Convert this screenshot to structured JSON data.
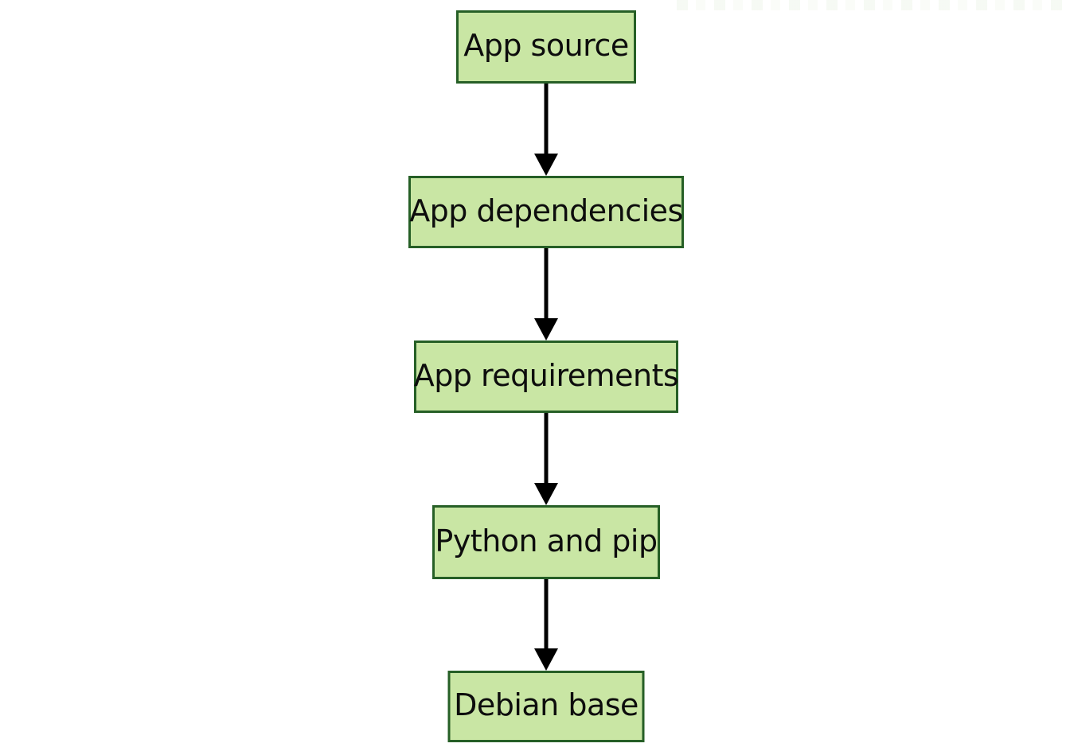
{
  "diagram": {
    "type": "flowchart",
    "direction": "top-to-bottom",
    "nodes": [
      {
        "id": "app-source",
        "label": "App source"
      },
      {
        "id": "app-dependencies",
        "label": "App dependencies"
      },
      {
        "id": "app-requirements",
        "label": "App requirements"
      },
      {
        "id": "python-and-pip",
        "label": "Python and pip"
      },
      {
        "id": "debian-base",
        "label": "Debian base"
      }
    ],
    "edges": [
      {
        "from": "app-source",
        "to": "app-dependencies"
      },
      {
        "from": "app-dependencies",
        "to": "app-requirements"
      },
      {
        "from": "app-requirements",
        "to": "python-and-pip"
      },
      {
        "from": "python-and-pip",
        "to": "debian-base"
      }
    ],
    "colors": {
      "node_fill": "#c9e6a4",
      "node_border": "#265f26",
      "node_text": "#0d0d0d",
      "arrow": "#000000",
      "background": "#ffffff"
    }
  }
}
